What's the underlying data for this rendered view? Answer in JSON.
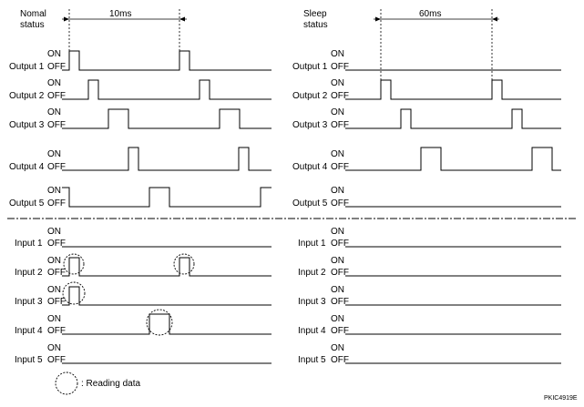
{
  "panels": {
    "normal": {
      "title_line1": "Nomal",
      "title_line2": "status",
      "period_label": "10ms"
    },
    "sleep": {
      "title_line1": "Sleep",
      "title_line2": "status",
      "period_label": "60ms"
    }
  },
  "on_label": "ON",
  "off_label": "OFF",
  "outputs": [
    {
      "name": "Output 1"
    },
    {
      "name": "Output 2"
    },
    {
      "name": "Output 3"
    },
    {
      "name": "Output 4"
    },
    {
      "name": "Output 5"
    }
  ],
  "inputs": [
    {
      "name": "Input 1"
    },
    {
      "name": "Input 2"
    },
    {
      "name": "Input 3"
    },
    {
      "name": "Input 4"
    },
    {
      "name": "Input 5"
    }
  ],
  "legend": {
    "label": ": Reading data"
  },
  "figure_code": "PKIC4919E"
}
